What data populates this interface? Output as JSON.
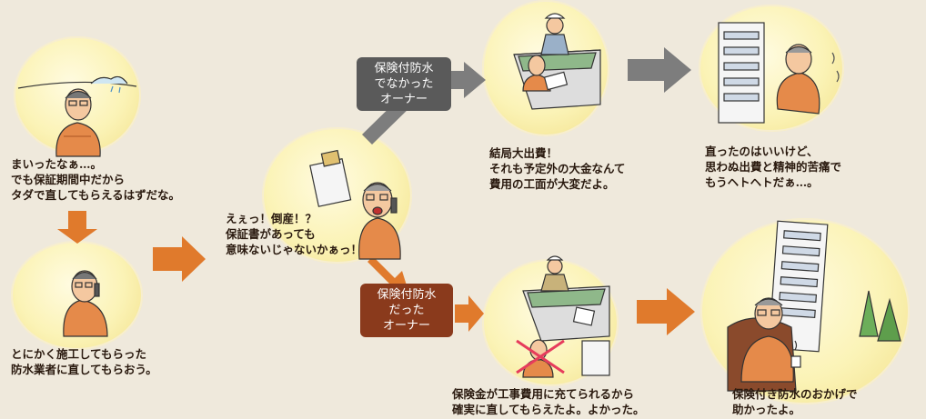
{
  "captions": {
    "c1": [
      "まいったなぁ…。",
      "でも保証期間中だから",
      "タダで直してもらえるはずだな。"
    ],
    "c2": [
      "とにかく施工してもらった",
      "防水業者に直してもらおう。"
    ],
    "c3": [
      "えぇっ！倒産！？",
      "保証書があっても",
      "意味ないじゃないかぁっ！"
    ],
    "c4": [
      "結局大出費！",
      "それも予定外の大金なんて",
      "費用の工面が大変だよ。"
    ],
    "c5": [
      "直ったのはいいけど、",
      "思わぬ出費と精神的苦痛で",
      "もうヘトヘトだぁ…。"
    ],
    "c6": [
      "保険金が工事費用に充てられるから",
      "確実に直してもらえたよ。よかった。"
    ],
    "c7": [
      "保険付き防水のおかげで",
      "助かったよ。"
    ]
  },
  "labels": {
    "gray": [
      "保険付防水",
      "でなかった",
      "オーナー"
    ],
    "brown": [
      "保険付防水",
      "だった",
      "オーナー"
    ]
  },
  "colors": {
    "orange": "#e07a2c",
    "gray_arrow": "#7d7d7d",
    "brown_label": "#8a3a1c",
    "gray_label": "#5a5a5a"
  }
}
